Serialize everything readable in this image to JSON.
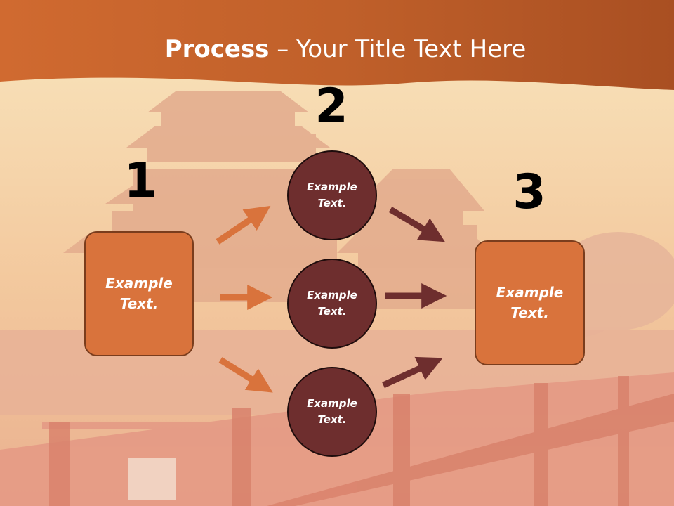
{
  "title": {
    "bold": "Process",
    "rest": " – Your Title Text Here"
  },
  "steps": {
    "one": "1",
    "two": "2",
    "three": "3"
  },
  "left_box": {
    "label": "Example Text."
  },
  "right_box": {
    "label": "Example Text."
  },
  "circles": [
    {
      "label": "Example Text."
    },
    {
      "label": "Example Text."
    },
    {
      "label": "Example Text."
    }
  ],
  "colors": {
    "header": "#c0602a",
    "box": "#d9733c",
    "circle": "#6e2e2e",
    "arrow_orange": "#d9733c",
    "arrow_maroon": "#6e2e2e"
  }
}
